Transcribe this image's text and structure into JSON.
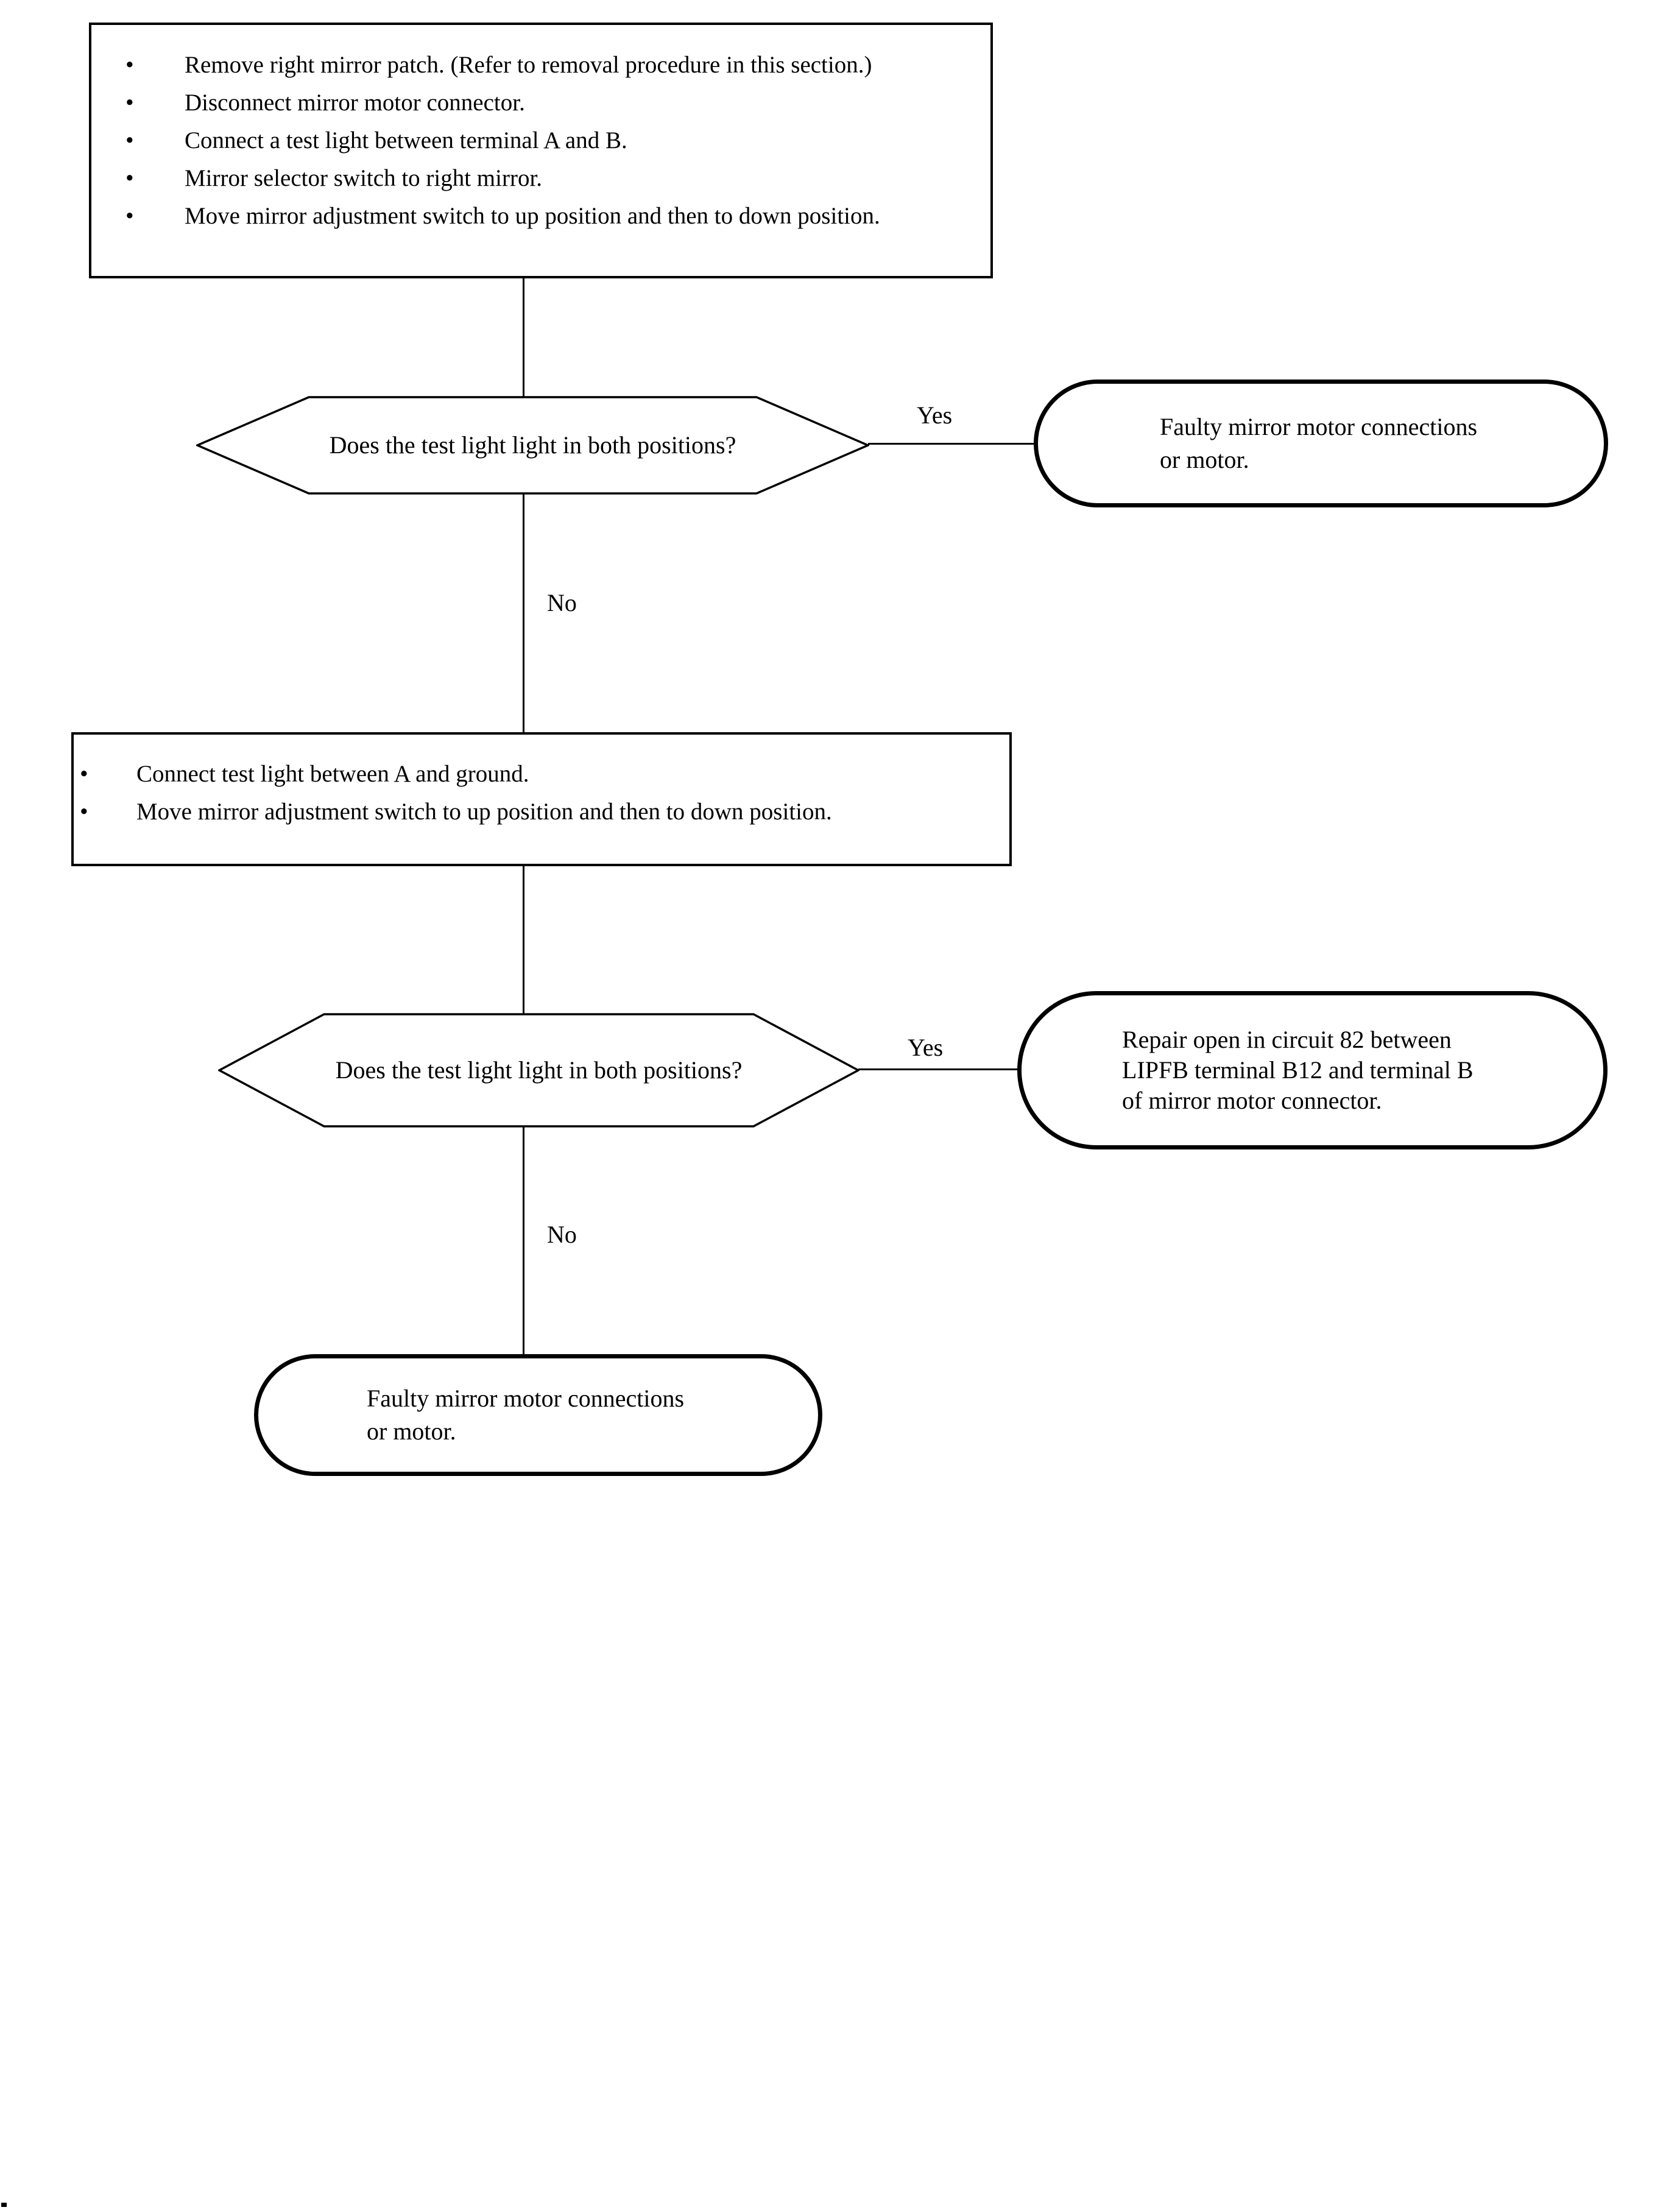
{
  "page": {
    "background": "#ffffff",
    "ink": "#000000"
  },
  "flowchart": {
    "bullet_char": "•",
    "step1": {
      "bullets": [
        "Remove right mirror patch. (Refer to removal procedure in this section.)",
        "Disconnect mirror motor connector.",
        "Connect a test light between terminal A and B.",
        "Mirror selector switch to right mirror.",
        "Move mirror adjustment switch to up position and then to down position."
      ]
    },
    "decision1": {
      "question": "Does the test light light in both positions?",
      "yes_label": "Yes",
      "no_label": "No"
    },
    "result_yes1": {
      "line1": "Faulty mirror motor connections",
      "line2": "or motor."
    },
    "step2": {
      "bullets": [
        "Connect test light between A and ground.",
        "Move mirror adjustment switch to up position and then to down position."
      ]
    },
    "decision2": {
      "question": "Does the test light light in both positions?",
      "yes_label": "Yes",
      "no_label": "No"
    },
    "result_yes2": {
      "line1": "Repair open in circuit 82 between",
      "line2": "LIPFB terminal B12 and terminal B",
      "line3": "of mirror motor connector."
    },
    "result_no2": {
      "line1": "Faulty mirror motor connections",
      "line2": "or motor."
    }
  }
}
